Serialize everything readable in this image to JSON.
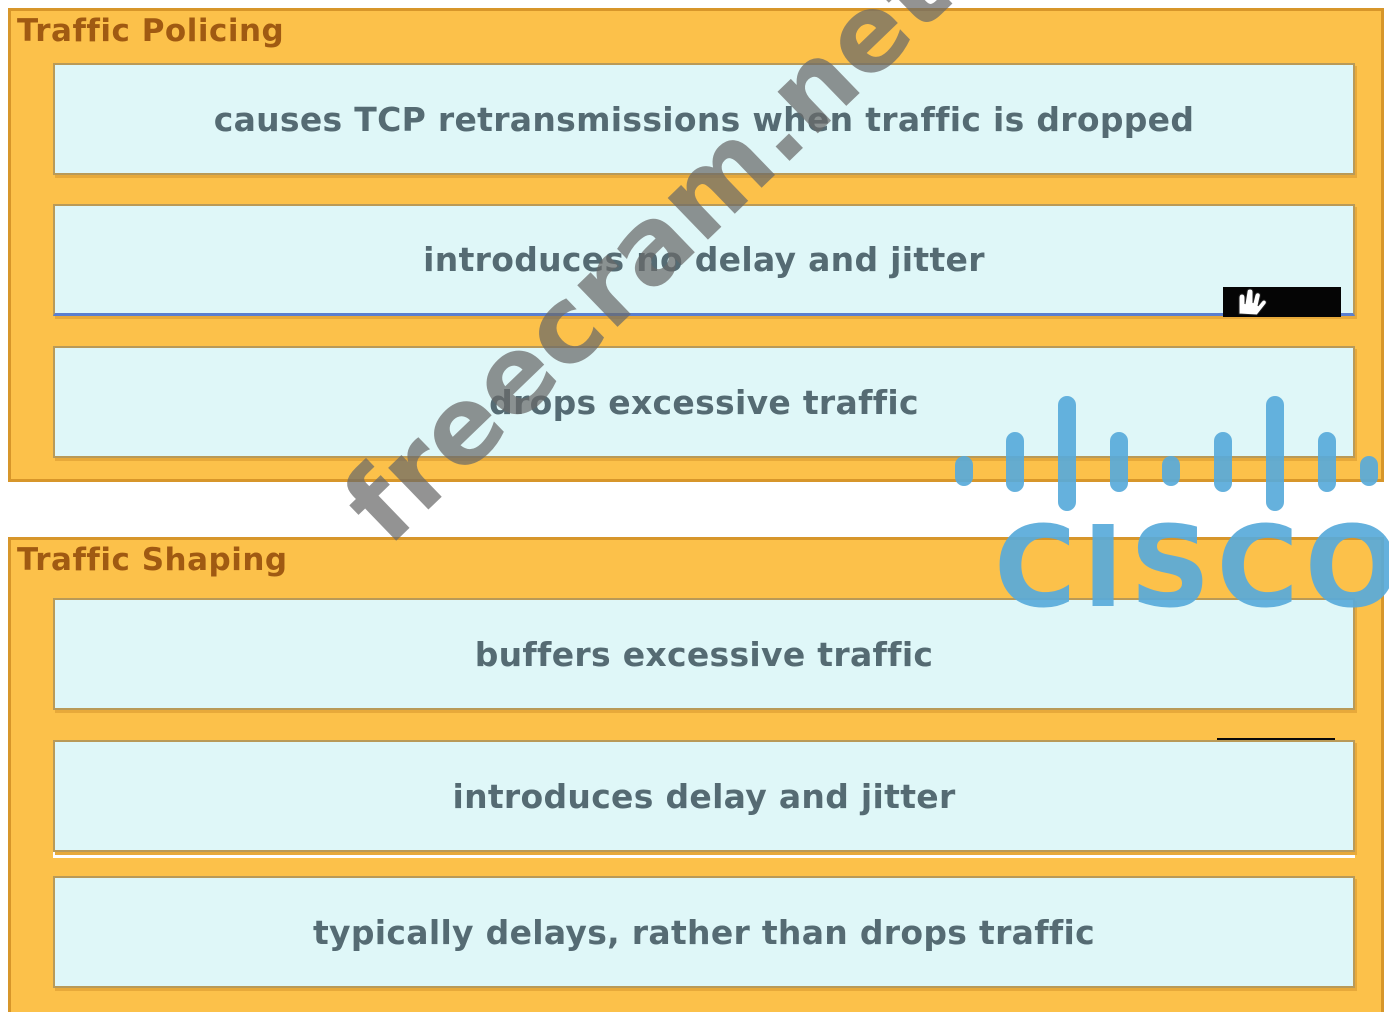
{
  "groups": [
    {
      "title": "Traffic Policing",
      "items": [
        "causes TCP retransmissions when traffic is dropped",
        "introduces no delay and jitter",
        "drops excessive traffic"
      ]
    },
    {
      "title": "Traffic Shaping",
      "items": [
        "buffers excessive traffic",
        "introduces delay and jitter",
        "typically delays, rather than drops traffic"
      ]
    }
  ],
  "watermark": "freecram.net",
  "logo": {
    "word": "CISCO",
    "color": "#58aada",
    "icon": "cisco-logo-bars"
  },
  "colors": {
    "group_background": "#fcc14a",
    "item_background": "#dff7f8",
    "title_text": "#a05a12",
    "item_text": "#556b73"
  }
}
